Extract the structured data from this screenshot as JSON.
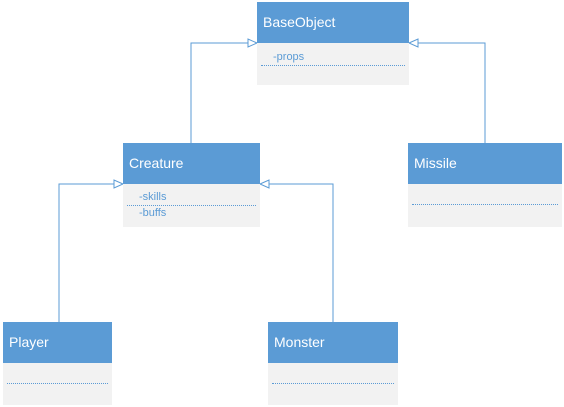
{
  "classes": {
    "base_object": {
      "name": "BaseObject",
      "attributes": [
        "-props"
      ]
    },
    "creature": {
      "name": "Creature",
      "attributes": [
        "-skills",
        "-buffs"
      ]
    },
    "missile": {
      "name": "Missile",
      "attributes": []
    },
    "player": {
      "name": "Player",
      "attributes": []
    },
    "monster": {
      "name": "Monster",
      "attributes": []
    }
  },
  "relations": [
    {
      "type": "generalization",
      "from": "Creature",
      "to": "BaseObject"
    },
    {
      "type": "generalization",
      "from": "Missile",
      "to": "BaseObject"
    },
    {
      "type": "generalization",
      "from": "Player",
      "to": "Creature"
    },
    {
      "type": "generalization",
      "from": "Monster",
      "to": "Creature"
    }
  ],
  "colors": {
    "header_fill": "#5b9bd5",
    "body_fill": "#f2f2f2",
    "connector": "#5b9bd5",
    "attribute_text": "#5b9bd5",
    "header_text": "#ffffff"
  }
}
